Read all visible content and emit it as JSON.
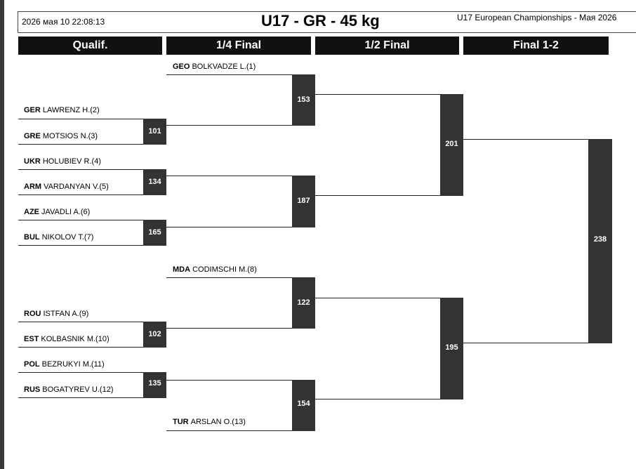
{
  "header": {
    "datetime": "2026 мая 10 22:08:13",
    "title": "U17 - GR - 45 kg",
    "event": "U17 European Championships - Мая 2026"
  },
  "rounds": [
    "Qualif.",
    "1/4 Final",
    "1/2 Final",
    "Final 1-2"
  ],
  "athletes": [
    {
      "country": "GEO",
      "name": "BOLKVADZE L.(1)"
    },
    {
      "country": "GER",
      "name": "LAWRENZ H.(2)"
    },
    {
      "country": "GRE",
      "name": "MOTSIOS N.(3)"
    },
    {
      "country": "UKR",
      "name": "HOLUBIEV R.(4)"
    },
    {
      "country": "ARM",
      "name": "VARDANYAN V.(5)"
    },
    {
      "country": "AZE",
      "name": "JAVADLI A.(6)"
    },
    {
      "country": "BUL",
      "name": "NIKOLOV T.(7)"
    },
    {
      "country": "MDA",
      "name": "CODIMSCHI M.(8)"
    },
    {
      "country": "ROU",
      "name": "ISTFAN A.(9)"
    },
    {
      "country": "EST",
      "name": "KOLBASNIK M.(10)"
    },
    {
      "country": "POL",
      "name": "BEZRUKYI M.(11)"
    },
    {
      "country": "RUS",
      "name": "BOGATYREV U.(12)"
    },
    {
      "country": "TUR",
      "name": "ARSLAN O.(13)"
    }
  ],
  "bouts": [
    "101",
    "134",
    "165",
    "102",
    "135",
    "153",
    "187",
    "122",
    "154",
    "201",
    "195",
    "238"
  ]
}
